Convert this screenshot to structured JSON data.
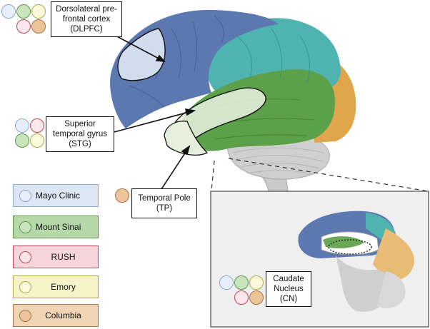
{
  "labels": {
    "dlpfc": [
      "Dorsolateral pre-",
      "frontal cortex",
      "(DLPFC)"
    ],
    "stg": [
      "Superior",
      "temporal gyrus",
      "(STG)"
    ],
    "tp": [
      "Temporal Pole",
      "(TP)"
    ],
    "cn": [
      "Caudate",
      "Nucleus",
      "(CN)"
    ]
  },
  "legend": [
    {
      "name": "Mayo Clinic",
      "fill": "#dde6f3",
      "stroke": "#8fa9d3",
      "dot_fill": "#e8eef8"
    },
    {
      "name": "Mount Sinai",
      "fill": "#b6d7a8",
      "stroke": "#5c9a48",
      "dot_fill": "#c9e3bc"
    },
    {
      "name": "RUSH",
      "fill": "#f6d6da",
      "stroke": "#c0455a",
      "dot_fill": "#fbe6ea"
    },
    {
      "name": "Emory",
      "fill": "#f7f3c8",
      "stroke": "#b3a94a",
      "dot_fill": "#fbf8dc"
    },
    {
      "name": "Columbia",
      "fill": "#f1d4b3",
      "stroke": "#a8764a",
      "dot_fill": "#ecc49a"
    }
  ],
  "colors": {
    "frontal": "#5b78b0",
    "parietal": "#4fb3b0",
    "occipital": "#e0a64c",
    "temporal": "#5da04a",
    "cerebellum": "#bfbfbf",
    "inset_bg": "#efefef"
  }
}
